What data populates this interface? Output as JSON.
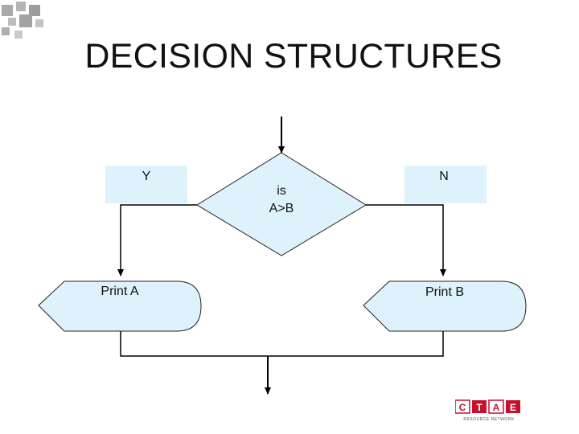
{
  "slide": {
    "title": "DECISION STRUCTURES"
  },
  "flowchart": {
    "decision_label_line1": "is",
    "decision_label_line2": "A>B",
    "yes_label": "Y",
    "no_label": "N",
    "yes_action": "Print A",
    "no_action": "Print B"
  },
  "logo": {
    "letters": [
      "C",
      "T",
      "A",
      "E"
    ],
    "tagline": "RESOURCE NETWORK",
    "color": "#c8102e"
  },
  "colors": {
    "shape_fill": "#ddf2fa",
    "accent_squares": "#a8a8a8",
    "line": "#000000"
  }
}
